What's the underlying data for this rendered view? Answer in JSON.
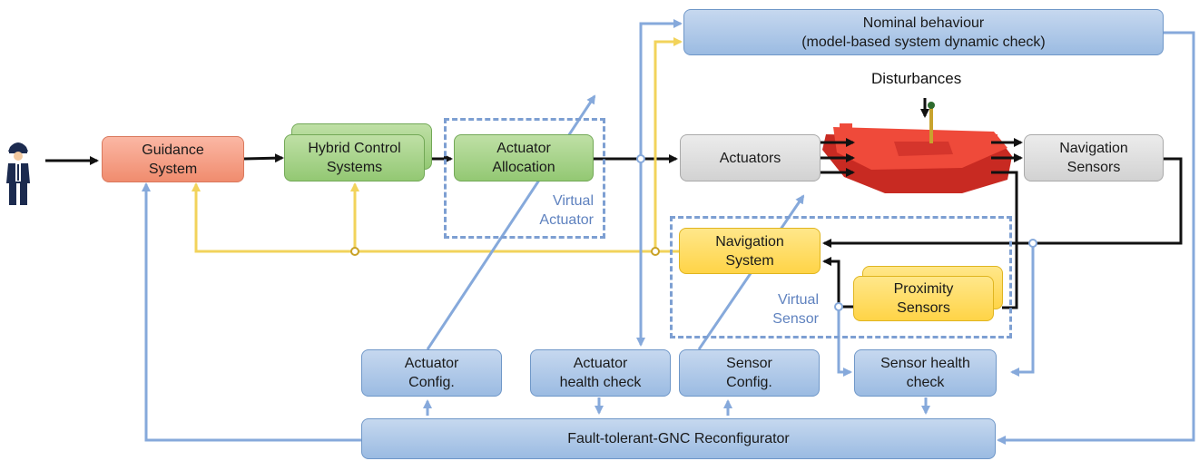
{
  "blocks": {
    "guidance": "Guidance\nSystem",
    "hybrid_control": "Hybrid Control\nSystems",
    "actuator_allocation": "Actuator\nAllocation",
    "actuators": "Actuators",
    "navigation_sensors": "Navigation\nSensors",
    "nominal_behaviour": "Nominal behaviour\n(model-based system dynamic check)",
    "navigation_system": "Navigation\nSystem",
    "proximity_sensors": "Proximity\nSensors",
    "actuator_config": "Actuator\nConfig.",
    "actuator_health": "Actuator\nhealth check",
    "sensor_config": "Sensor\nConfig.",
    "sensor_health": "Sensor health\ncheck",
    "reconfigurator": "Fault-tolerant-GNC Reconfigurator"
  },
  "labels": {
    "virtual_actuator": "Virtual\nActuator",
    "virtual_sensor": "Virtual\nSensor",
    "disturbances": "Disturbances"
  },
  "colors": {
    "control_line": "#111111",
    "feedback_line": "#f2d35b",
    "monitor_line": "#86a9db",
    "guidance_fill": "#f4a083",
    "control_fill": "#a6d38a",
    "plant_fill": "#dcdcdc",
    "navigation_fill": "#ffd95a",
    "supervision_fill": "#a9c4e8",
    "vessel_fill": "#e8372c"
  },
  "icons": [
    "ship-captain-icon",
    "vessel-icon"
  ]
}
